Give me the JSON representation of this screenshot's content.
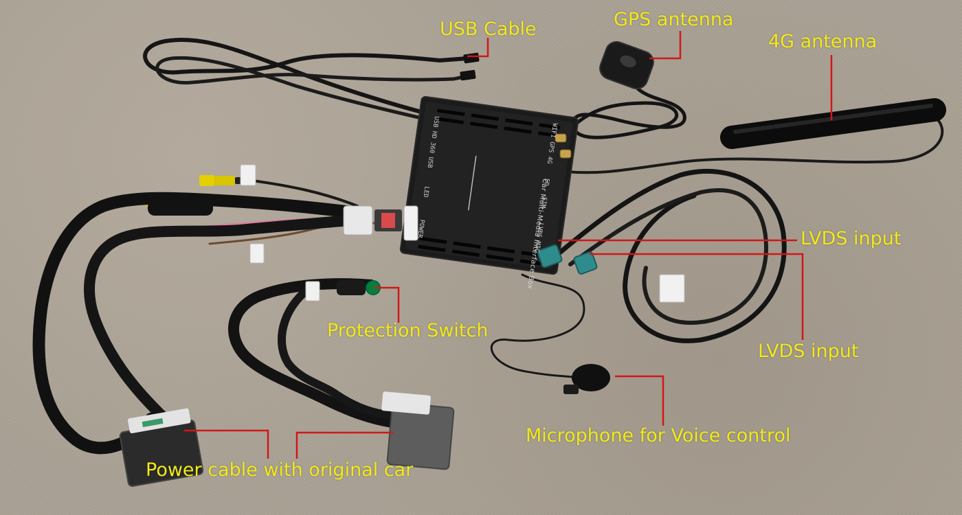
{
  "annotations": {
    "usb_cable": "USB Cable",
    "gps_antenna": "GPS antenna",
    "antenna_4g": "4G antenna",
    "lvds_input_1": "LVDS input",
    "lvds_input_2": "LVDS input",
    "protection_switch": "Protection Switch",
    "microphone": "Microphone for Voice control",
    "power_cable": "Power cable with original car"
  },
  "device": {
    "title": "Car Multi-Media Interface Box",
    "port_usb": "USB",
    "port_hd": "HD 360",
    "port_usb2": "USB",
    "port_gps": "GPS",
    "port_wifi": "WIFI",
    "port_4g": "4G",
    "port_led": "LED",
    "port_power": "POWER",
    "port_lvds": "LVDS",
    "port_mic": "MIC",
    "port_sd": "SD",
    "port_sim": "SIM"
  },
  "colors": {
    "label_yellow": "#f2ea1a",
    "leader_red": "#d01818",
    "cable_black": "#161616",
    "box_black": "#1c1c1c",
    "lvds_teal": "#2f8c8c"
  }
}
